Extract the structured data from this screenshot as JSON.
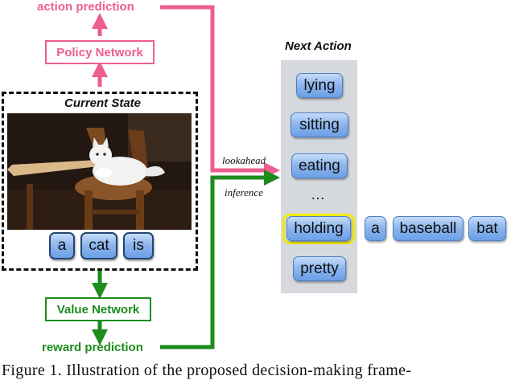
{
  "top": {
    "action_prediction": "action prediction",
    "policy_network": "Policy Network"
  },
  "state": {
    "title": "Current State",
    "tokens": [
      "a",
      "cat",
      "is"
    ]
  },
  "bottom": {
    "value_network": "Value Network",
    "reward_prediction": "reward prediction"
  },
  "middle": {
    "lookahead": "lookahead",
    "inference": "inference"
  },
  "next_action": {
    "title": "Next Action",
    "candidates": [
      "lying",
      "sitting",
      "eating",
      "holding",
      "pretty"
    ],
    "ellipsis": "…",
    "selected": "holding",
    "continuation": [
      "a",
      "baseball",
      "bat"
    ]
  },
  "caption": "Figure 1.   Illustration of the proposed decision-making frame-",
  "colors": {
    "policy": "#ee5e8f",
    "value": "#1c8c1c",
    "token": "#8fb7ee",
    "panel": "#d5d9de",
    "highlight": "#f0ea00"
  }
}
